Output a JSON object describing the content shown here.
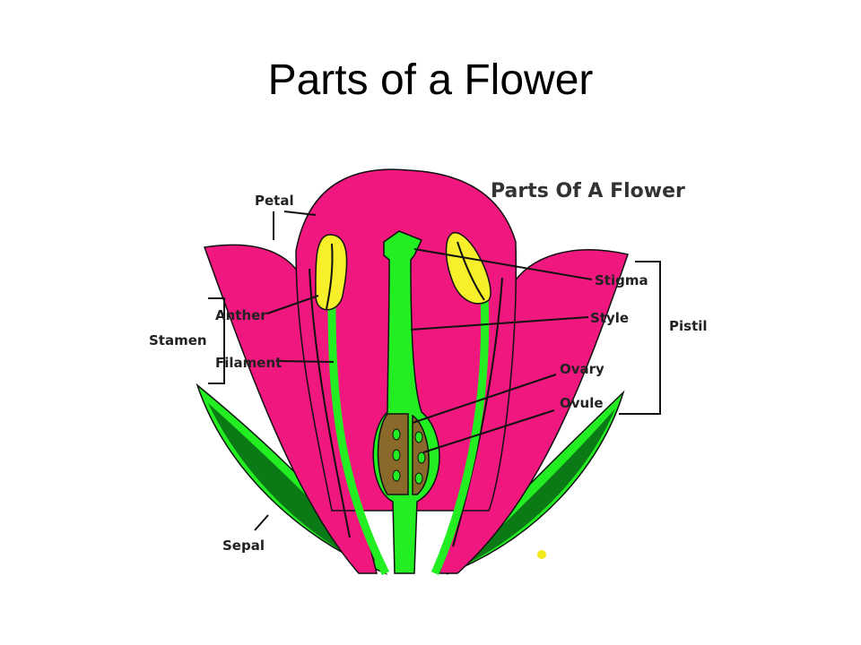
{
  "slide": {
    "title": "Parts of a Flower"
  },
  "diagram": {
    "heading": "Parts Of A Flower",
    "labels": {
      "petal": "Petal",
      "stamen": "Stamen",
      "anther": "Anther",
      "filament": "Filament",
      "sepal": "Sepal",
      "stigma": "Stigma",
      "style": "Style",
      "ovary": "Ovary",
      "ovule": "Ovule",
      "pistil": "Pistil"
    },
    "colors": {
      "petal": "#f0177e",
      "pistil_green": "#22ee22",
      "sepal_dark": "#0b7a16",
      "anther": "#f6ef2a",
      "ovary_fill": "#8a6a2a",
      "dot": "#f2e81a"
    }
  }
}
